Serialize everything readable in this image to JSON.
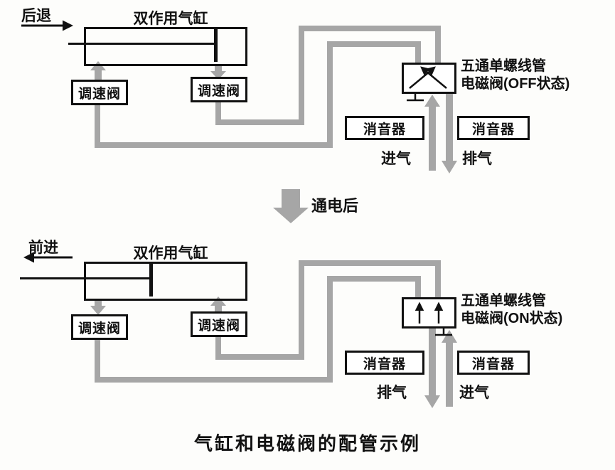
{
  "caption": "气缸和电磁阀的配管示例",
  "transition": {
    "label": "通电后"
  },
  "colors": {
    "pipe_gray": "#a6a6a6",
    "line_black": "#111111",
    "background": "#fdfdfb"
  },
  "top": {
    "state": "OFF",
    "motion_label": "后退",
    "cylinder_label": "双作用气缸",
    "speed_valve_labels": [
      "调速阀",
      "调速阀"
    ],
    "valve_title_line1": "五通单螺线管",
    "valve_title_line2": "电磁阀(OFF状态)",
    "muffler_labels": [
      "消音器",
      "消音器"
    ],
    "flow_label_left": "进气",
    "flow_label_right": "排气"
  },
  "bottom": {
    "state": "ON",
    "motion_label": "前进",
    "cylinder_label": "双作用气缸",
    "speed_valve_labels": [
      "调速阀",
      "调速阀"
    ],
    "valve_title_line1": "五通单螺线管",
    "valve_title_line2": "电磁阀(ON状态)",
    "muffler_labels": [
      "消音器",
      "消音器"
    ],
    "flow_label_left": "排气",
    "flow_label_right": "进气"
  }
}
